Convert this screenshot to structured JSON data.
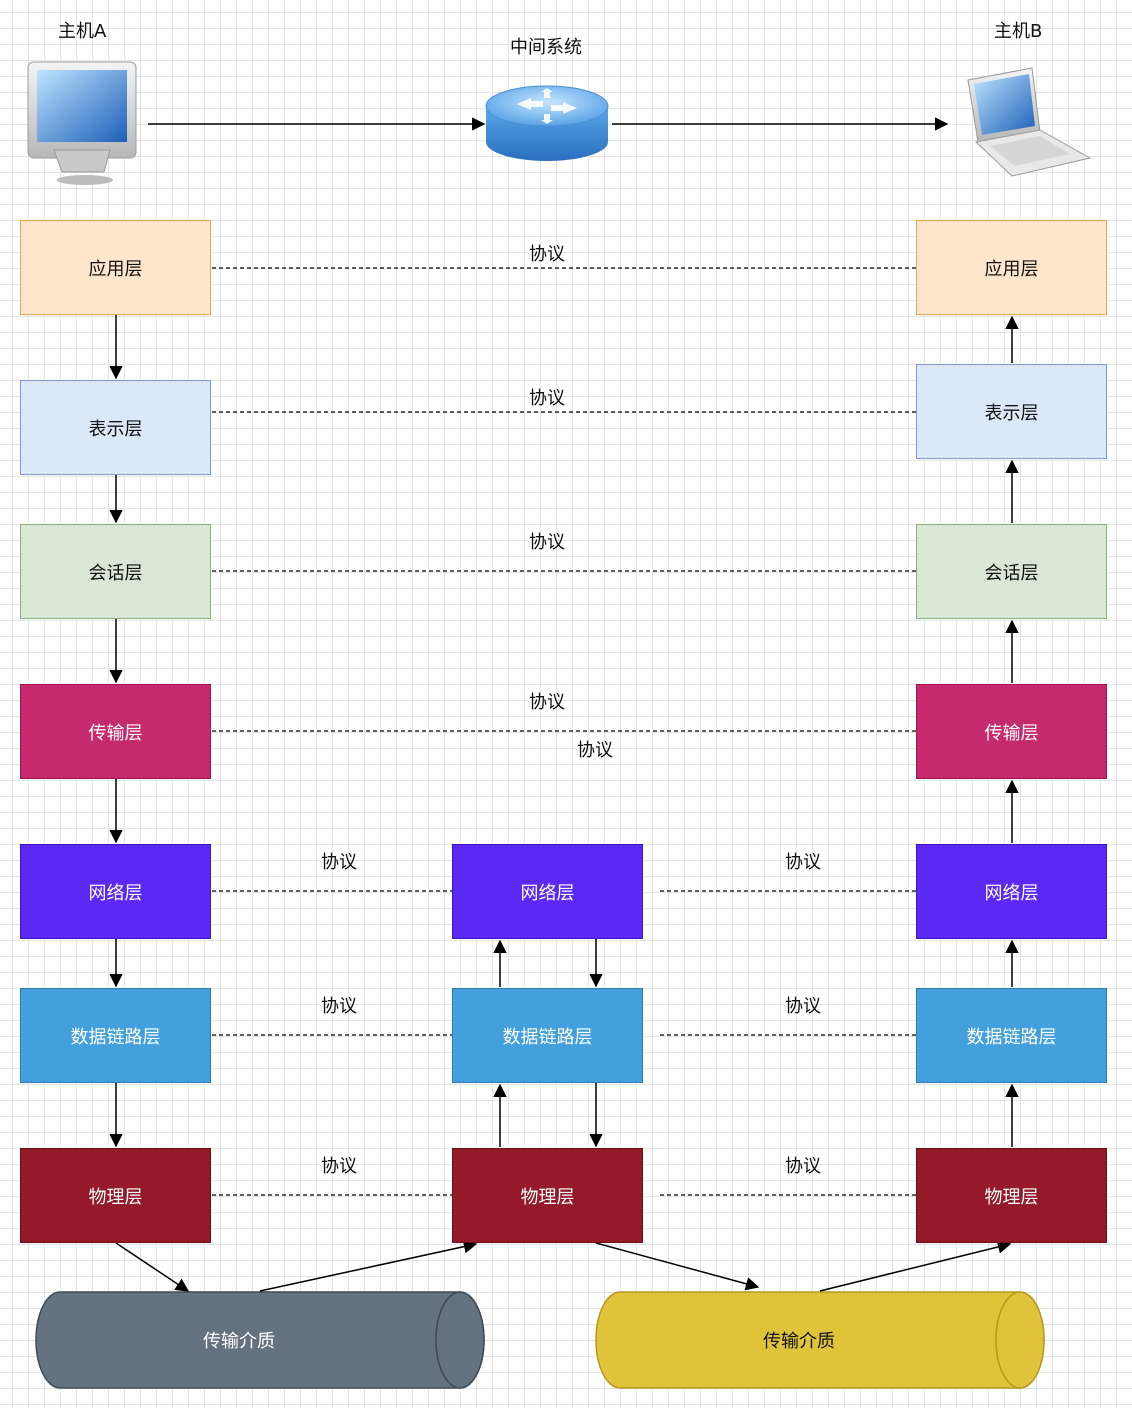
{
  "hosts": {
    "a": "主机A",
    "middle": "中间系统",
    "b": "主机B"
  },
  "layers": {
    "application": "应用层",
    "presentation": "表示层",
    "session": "会话层",
    "transport": "传输层",
    "network": "网络层",
    "datalink": "数据链路层",
    "physical": "物理层"
  },
  "protocol_label": "协议",
  "medium_label": "传输介质",
  "colors": {
    "application": "#fde6cc",
    "presentation": "#dbe8f8",
    "session": "#d8e8d4",
    "transport": "#c52a6c",
    "network": "#5a29f5",
    "datalink": "#44a0dc",
    "physical": "#941a29",
    "medium_left": "#64717f",
    "medium_right": "#dfc43a"
  },
  "icons": {
    "host_a": "desktop-computer-icon",
    "middle": "router-icon",
    "host_b": "laptop-icon"
  }
}
